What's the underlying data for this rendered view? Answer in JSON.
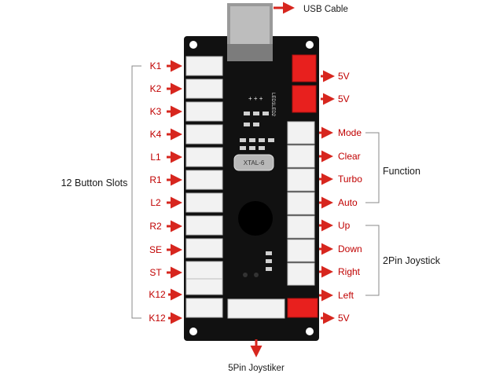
{
  "title_labels": {
    "usb": "USB Cable",
    "five_pin": "5Pin Joystiker"
  },
  "left_pins": [
    "K1",
    "K2",
    "K3",
    "K4",
    "L1",
    "R1",
    "L2",
    "R2",
    "SE",
    "ST",
    "K12",
    "K12"
  ],
  "right_pins": [
    "5V",
    "5V",
    "Mode",
    "Clear",
    "Turbo",
    "Auto",
    "Up",
    "Down",
    "Right",
    "Left",
    "5V"
  ],
  "groups": {
    "left": "12 Button Slots",
    "function": "Function",
    "joystick": "2Pin Joystick"
  },
  "silkscreen": {
    "crystal": "XTAL-6",
    "board_id": "LED1LED2",
    "pins_marks": "+ + +"
  },
  "colors": {
    "pcb": "#111111",
    "connector": "#f2f2f2",
    "connector_red": "#e8201e",
    "arrow": "#d7261e",
    "pin_label": "#c00000",
    "bracket": "#888888"
  }
}
